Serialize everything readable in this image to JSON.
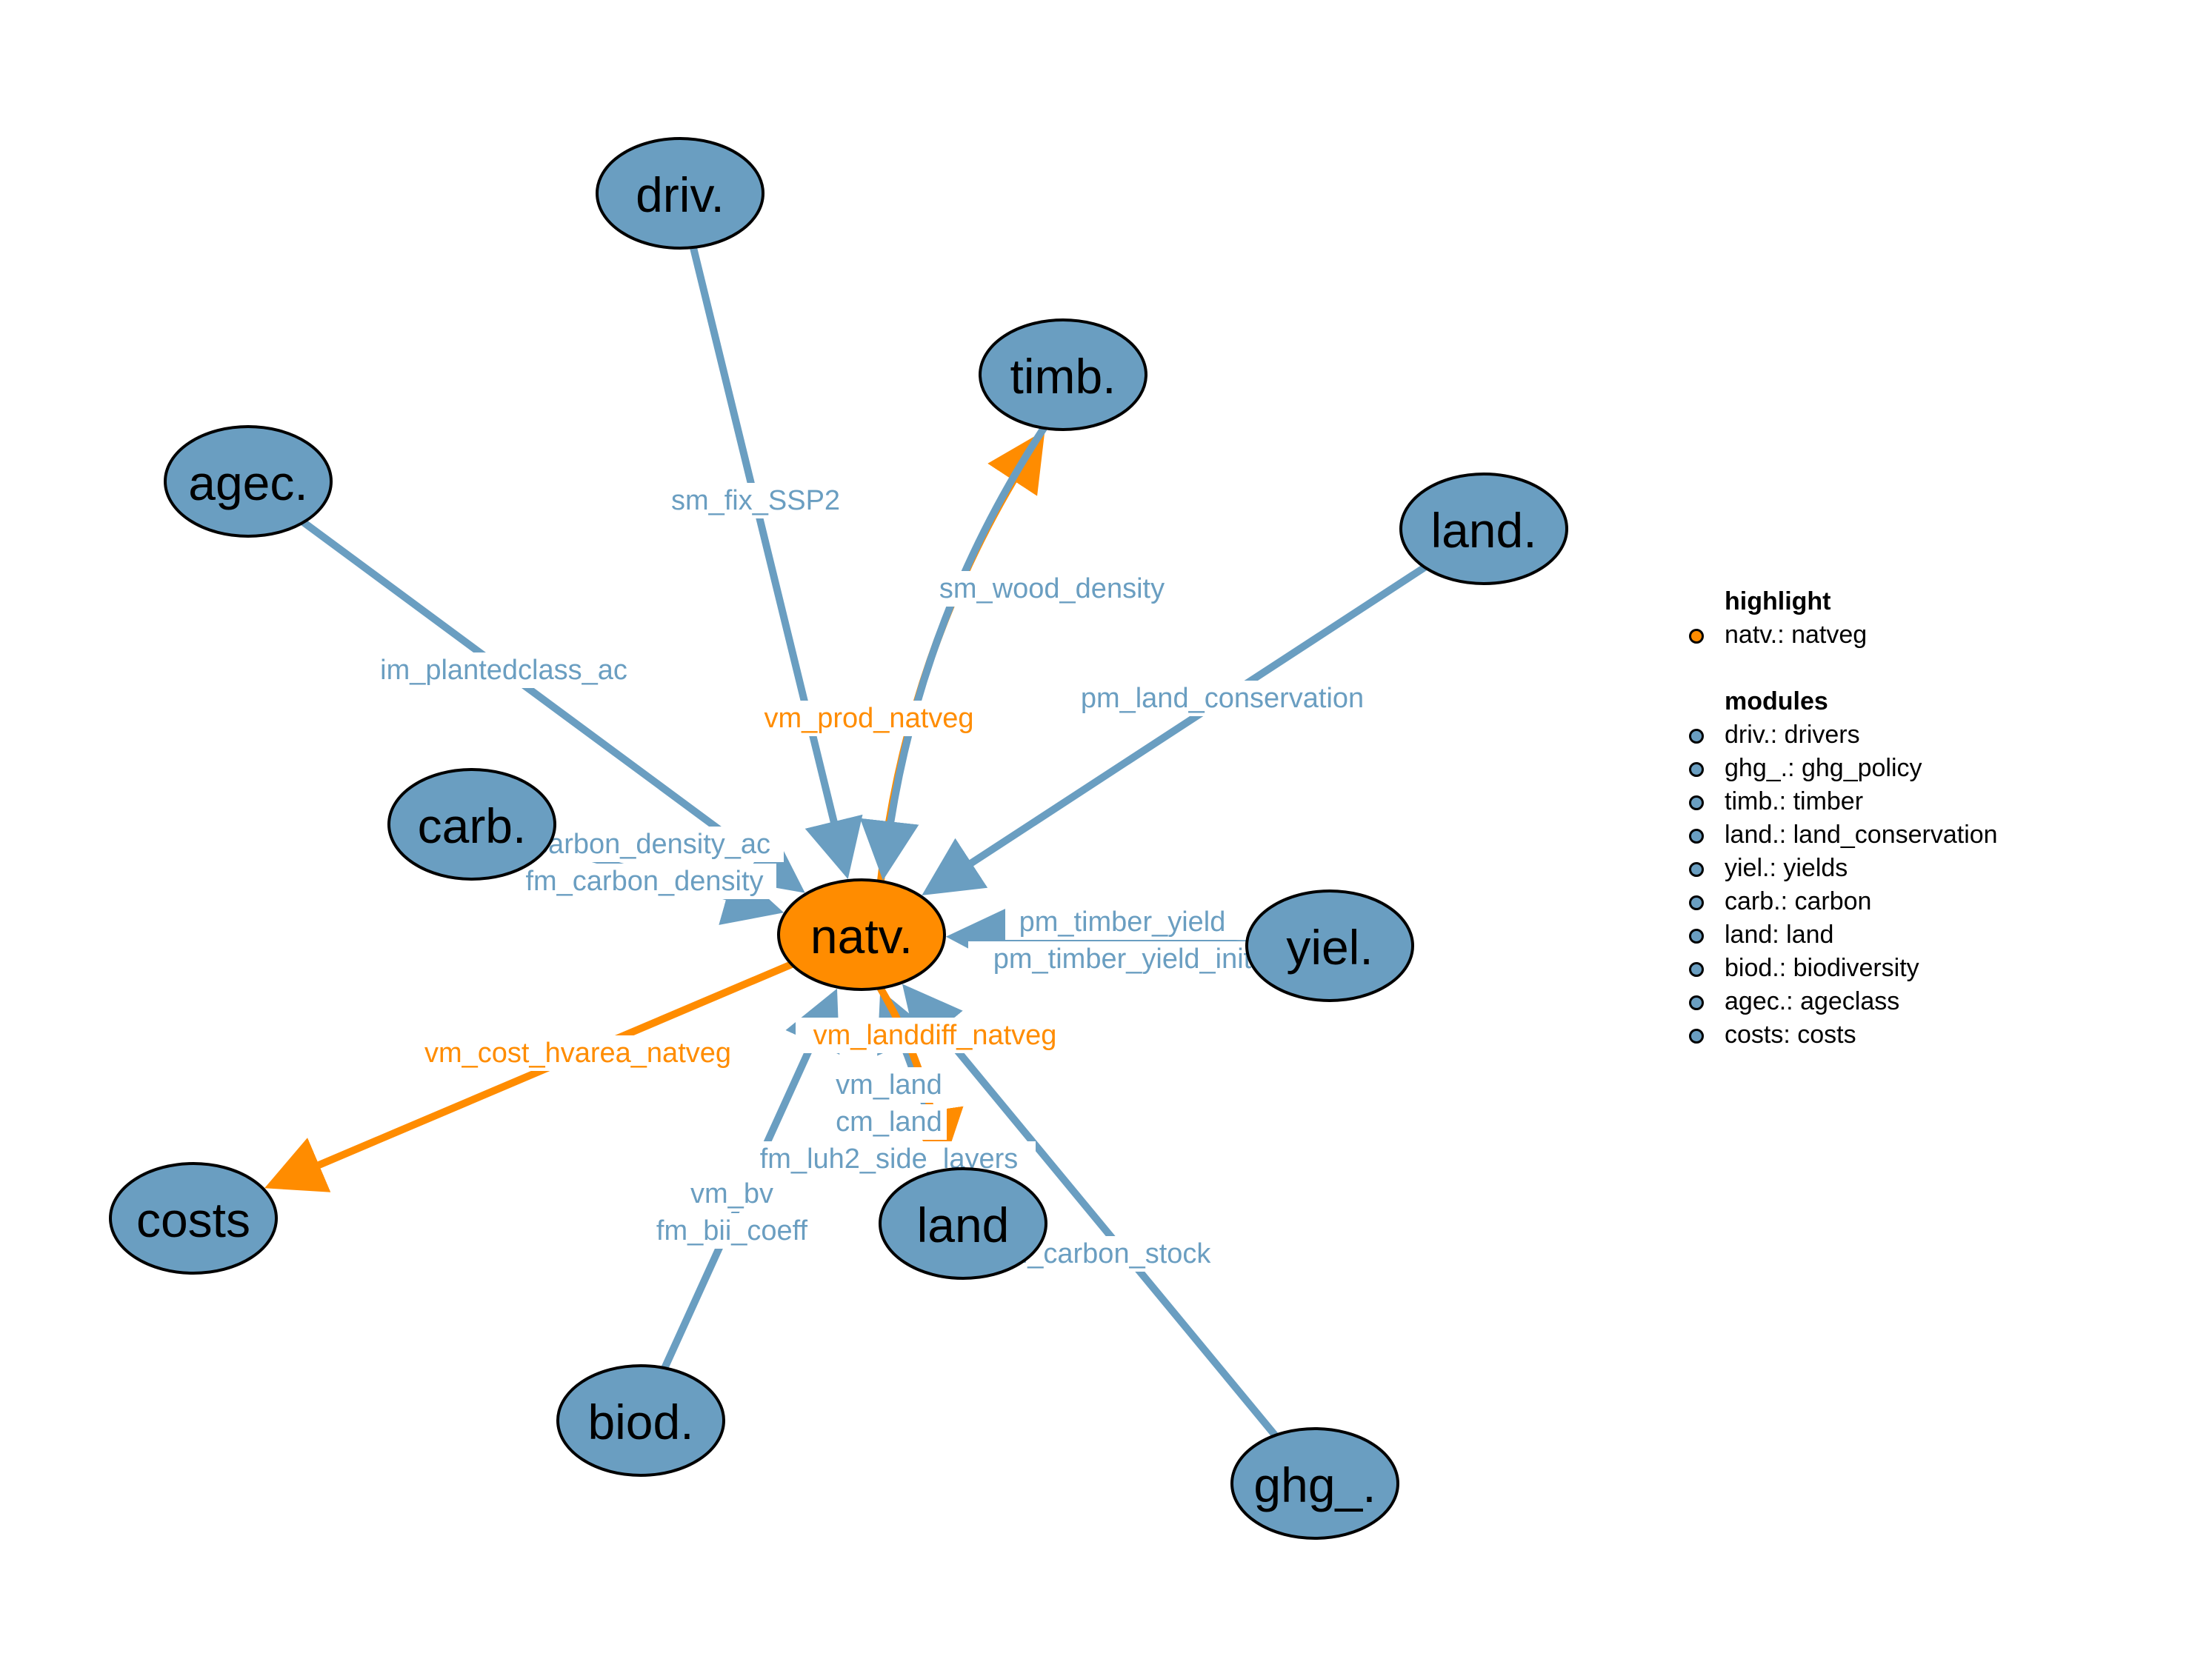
{
  "colors": {
    "module_fill": "#6a9ec1",
    "highlight_fill": "#ff8c00",
    "edge_default": "#6a9ec1",
    "edge_highlight": "#ff8c00",
    "node_stroke": "#000000"
  },
  "nodes": [
    {
      "id": "driv",
      "label": "driv.",
      "highlight": false
    },
    {
      "id": "timb",
      "label": "timb.",
      "highlight": false
    },
    {
      "id": "agec",
      "label": "agec.",
      "highlight": false
    },
    {
      "id": "landc",
      "label": "land.",
      "highlight": false
    },
    {
      "id": "carb",
      "label": "carb.",
      "highlight": false
    },
    {
      "id": "natv",
      "label": "natv.",
      "highlight": true
    },
    {
      "id": "yiel",
      "label": "yiel.",
      "highlight": false
    },
    {
      "id": "costs",
      "label": "costs",
      "highlight": false
    },
    {
      "id": "land",
      "label": "land",
      "highlight": false
    },
    {
      "id": "biod",
      "label": "biod.",
      "highlight": false
    },
    {
      "id": "ghg",
      "label": "ghg_.",
      "highlight": false
    }
  ],
  "edges": [
    {
      "from": "driv",
      "to": "natv",
      "labels": [
        "sm_fix_SSP2"
      ],
      "highlight": false
    },
    {
      "from": "natv",
      "to": "timb",
      "labels": [
        "vm_prod_natveg"
      ],
      "highlight": true
    },
    {
      "from": "timb",
      "to": "natv",
      "labels": [
        "sm_wood_density"
      ],
      "highlight": false
    },
    {
      "from": "agec",
      "to": "natv",
      "labels": [
        "im_plantedclass_ac"
      ],
      "highlight": false
    },
    {
      "from": "landc",
      "to": "natv",
      "labels": [
        "pm_land_conservation"
      ],
      "highlight": false
    },
    {
      "from": "carb",
      "to": "natv",
      "labels": [
        "_carbon_density_ac",
        "fm_carbon_density"
      ],
      "highlight": false
    },
    {
      "from": "yiel",
      "to": "natv",
      "labels": [
        "pm_timber_yield",
        "pm_timber_yield_init"
      ],
      "highlight": false
    },
    {
      "from": "natv",
      "to": "costs",
      "labels": [
        "vm_cost_hvarea_natveg"
      ],
      "highlight": true
    },
    {
      "from": "land",
      "to": "natv",
      "labels": [
        "vm_land",
        "cm_land",
        "fm_luh2_side_layers"
      ],
      "highlight": false
    },
    {
      "from": "natv",
      "to": "land",
      "labels": [
        "vm_landdiff_natveg"
      ],
      "highlight": true
    },
    {
      "from": "biod",
      "to": "natv",
      "labels": [
        "vm_bv",
        "fm_bii_coeff"
      ],
      "highlight": false
    },
    {
      "from": "ghg",
      "to": "natv",
      "labels": [
        "m_carbon_stock"
      ],
      "highlight": false
    }
  ],
  "legend": {
    "highlight_title": "highlight",
    "highlight_items": [
      {
        "label": "natv.: natveg",
        "color": "#ff8c00"
      }
    ],
    "modules_title": "modules",
    "module_items": [
      {
        "label": "driv.: drivers",
        "color": "#6a9ec1"
      },
      {
        "label": "ghg_.: ghg_policy",
        "color": "#6a9ec1"
      },
      {
        "label": "timb.: timber",
        "color": "#6a9ec1"
      },
      {
        "label": "land.: land_conservation",
        "color": "#6a9ec1"
      },
      {
        "label": "yiel.: yields",
        "color": "#6a9ec1"
      },
      {
        "label": "carb.: carbon",
        "color": "#6a9ec1"
      },
      {
        "label": "land: land",
        "color": "#6a9ec1"
      },
      {
        "label": "biod.: biodiversity",
        "color": "#6a9ec1"
      },
      {
        "label": "agec.: ageclass",
        "color": "#6a9ec1"
      },
      {
        "label": "costs: costs",
        "color": "#6a9ec1"
      }
    ]
  }
}
